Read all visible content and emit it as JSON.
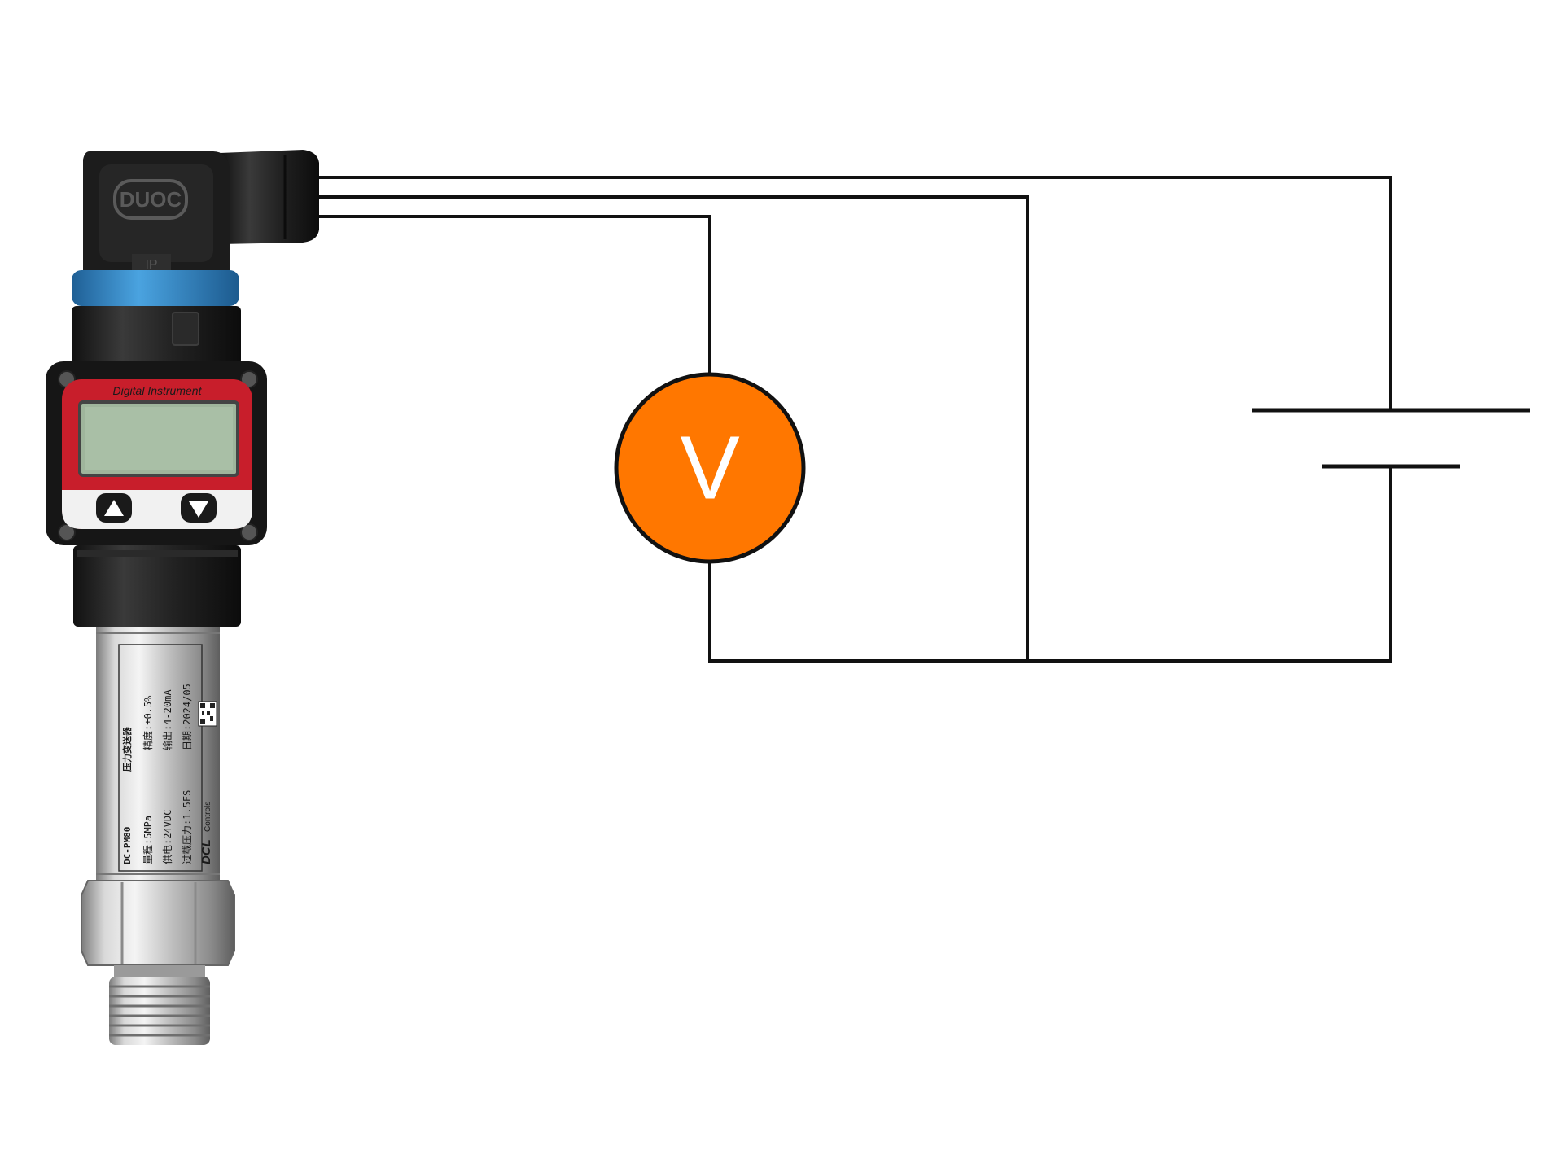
{
  "device": {
    "connector_brand": "DUOC",
    "connector_mark": "IP",
    "display_header": "Digital Instrument",
    "up_button": "triangle-up-icon",
    "down_button": "triangle-down-icon",
    "label": {
      "model": "DC-PM80",
      "product": "压力变送器",
      "range": "量程:5MPa",
      "accuracy": "精度:±0.5%",
      "supply": "供电:24VDC",
      "output": "输出:4-20mA",
      "overload": "过载压力:1.5FS",
      "date": "日期:2024/05",
      "brand": "DCL",
      "brand_sub": "Controls"
    }
  },
  "voltmeter": {
    "symbol": "V",
    "fill": "#ff7700",
    "text_color": "#ffffff"
  },
  "battery": {
    "symbol": "dc-source"
  },
  "colors": {
    "wire": "#111111",
    "cable_ring": "#3a8fd0",
    "display_bezel": "#c81e2b",
    "lcd": "#9fb59c"
  }
}
